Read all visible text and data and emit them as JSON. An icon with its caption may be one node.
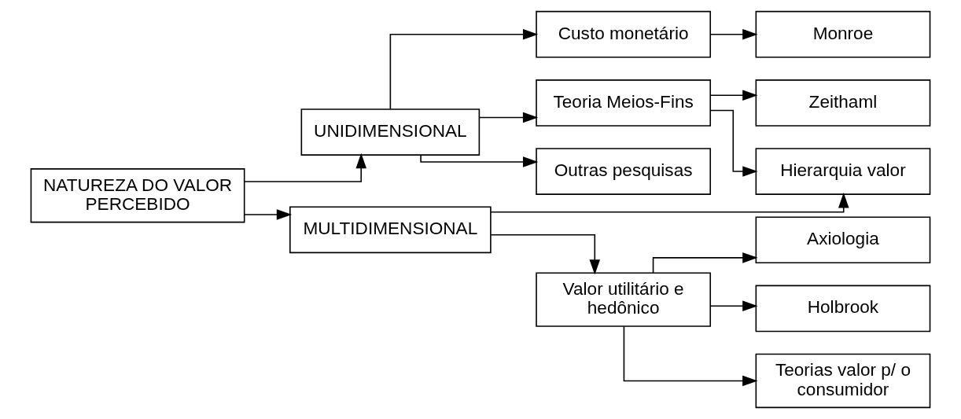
{
  "diagram": {
    "nodes": [
      {
        "text": [
          "NATUREZA DO VALOR PERCEBIDO"
        ]
      },
      {
        "text": [
          "UNIDIMENSIONAL"
        ]
      },
      {
        "text": [
          "Custo monetário"
        ]
      },
      {
        "text": [
          "Monroe"
        ]
      },
      {
        "text": [
          "Teoria Meios-Fins"
        ]
      },
      {
        "text": [
          "Zeithaml"
        ]
      },
      {
        "text": [
          "Outras pesquisas"
        ]
      },
      {
        "text": [
          "Hierarquia valor"
        ]
      },
      {
        "text": [
          "MULTIDIMENSIONAL"
        ]
      },
      {
        "text": [
          "Valor utilitário e hedônico"
        ]
      },
      {
        "text": [
          "Axiologia"
        ]
      },
      {
        "text": [
          "Holbrook"
        ]
      },
      {
        "text": [
          "Teorias valor p/ o consumidor"
        ]
      }
    ],
    "edges": [
      {
        "from": 0,
        "to": 1,
        "arrow": "to"
      },
      {
        "from": 0,
        "to": 8,
        "arrow": "to"
      },
      {
        "from": 1,
        "to": 2,
        "arrow": "to"
      },
      {
        "from": 1,
        "to": 4,
        "arrow": "to"
      },
      {
        "from": 1,
        "to": 6,
        "arrow": "to"
      },
      {
        "from": 2,
        "to": 3,
        "arrow": "to"
      },
      {
        "from": 4,
        "to": 5,
        "arrow": "to"
      },
      {
        "from": 4,
        "to": 7,
        "arrow": "to"
      },
      {
        "from": 8,
        "to": 7,
        "arrow": "to"
      },
      {
        "from": 8,
        "to": 9,
        "arrow": "to"
      },
      {
        "from": 9,
        "to": 10,
        "arrow": "to"
      },
      {
        "from": 9,
        "to": 11,
        "arrow": "to"
      },
      {
        "from": 9,
        "to": 12,
        "arrow": "to"
      }
    ]
  }
}
